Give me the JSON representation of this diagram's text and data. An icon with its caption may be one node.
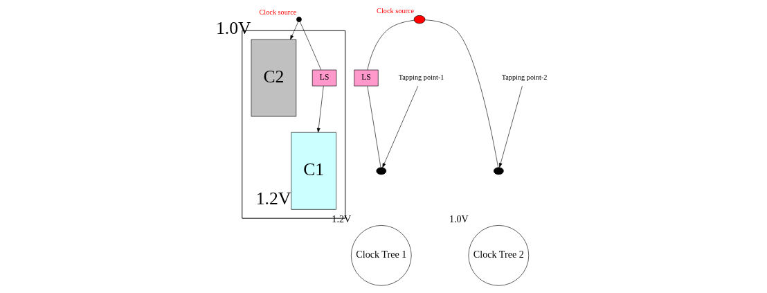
{
  "diagram": {
    "nodes": [
      {
        "text": [],
        "shape": "box"
      },
      {
        "text": [],
        "shape": "circle",
        "beside": [
          "Clock source"
        ]
      },
      {
        "text": [
          "LS"
        ],
        "in": 0
      },
      {
        "text": [
          "C1"
        ],
        "in": 0,
        "beside": [
          "1.2V"
        ]
      },
      {
        "text": [
          "C2"
        ],
        "in": 0,
        "beside": [
          "1.0V"
        ]
      },
      {
        "text": [],
        "shape": "circle",
        "beside": [
          "Clock source"
        ]
      },
      {
        "text": [
          "Tapping point-1"
        ]
      },
      {
        "text": [
          "LS"
        ]
      },
      {
        "text": [],
        "shape": "circle"
      },
      {
        "text": [],
        "shape": "circle"
      },
      {
        "text": [
          "Tapping point-2"
        ]
      },
      {
        "text": [
          "Clock Tree 1"
        ],
        "beside": [
          "1.2V"
        ]
      },
      {
        "text": [
          "Clock Tree 2"
        ],
        "beside": [
          "1.0V"
        ]
      }
    ],
    "edges": [
      {
        "from": 1,
        "to": 2,
        "arrow": "none"
      },
      {
        "from": 2,
        "to": 3,
        "arrow": "to"
      },
      {
        "from": 1,
        "to": 4,
        "arrow": "to"
      },
      {
        "from": 5,
        "to": 7,
        "arrow": "none"
      },
      {
        "from": 7,
        "to": 8,
        "arrow": "none"
      },
      {
        "from": 5,
        "to": 9,
        "arrow": "none"
      },
      {
        "from": 6,
        "to": 8,
        "arrow": "to"
      },
      {
        "from": 10,
        "to": 9,
        "arrow": "to"
      }
    ]
  }
}
